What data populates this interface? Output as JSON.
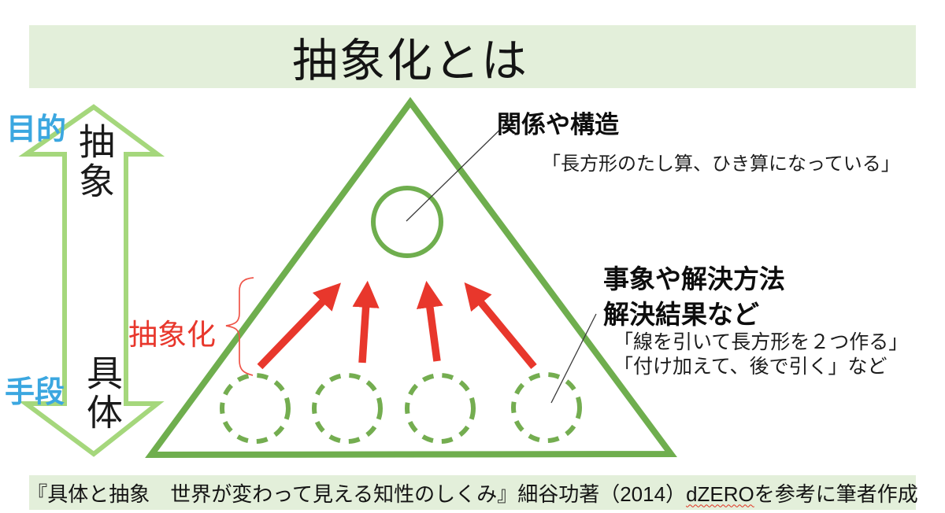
{
  "slide": {
    "title": "抽象化とは",
    "axis": {
      "purpose_label": "目的",
      "means_label": "手段",
      "abstract_label": "抽象",
      "concrete_label": "具体"
    },
    "abstraction_label": "抽象化",
    "callout_top": {
      "heading": "関係や構造",
      "quote": "「長方形のたし算、ひき算になっている」"
    },
    "callout_right": {
      "heading_line1": "事象や解決方法",
      "heading_line2": "解決結果など",
      "quote_line1": "「線を引いて長方形を２つ作る」",
      "quote_line2": "「付け加えて、後で引く」など"
    },
    "credit": {
      "prefix": "『具体と抽象　世界が変わって見える知性のしくみ』細谷功著（2014）",
      "highlighted": "dZERO",
      "suffix": "を参考に筆者作成"
    }
  },
  "colors": {
    "banner_bg": "#e3efda",
    "triangle_green": "#6fae4e",
    "light_arrow_green": "#a5d77c",
    "dashed_circle_green": "#74ad50",
    "accent_red": "#e8372c",
    "accent_blue": "#3ba7e0",
    "callout_line": "#3a3a3a",
    "spellcheck_red": "#e03020"
  },
  "diagram": {
    "concrete_circle_count": 4,
    "abstraction_arrow_count": 4
  }
}
